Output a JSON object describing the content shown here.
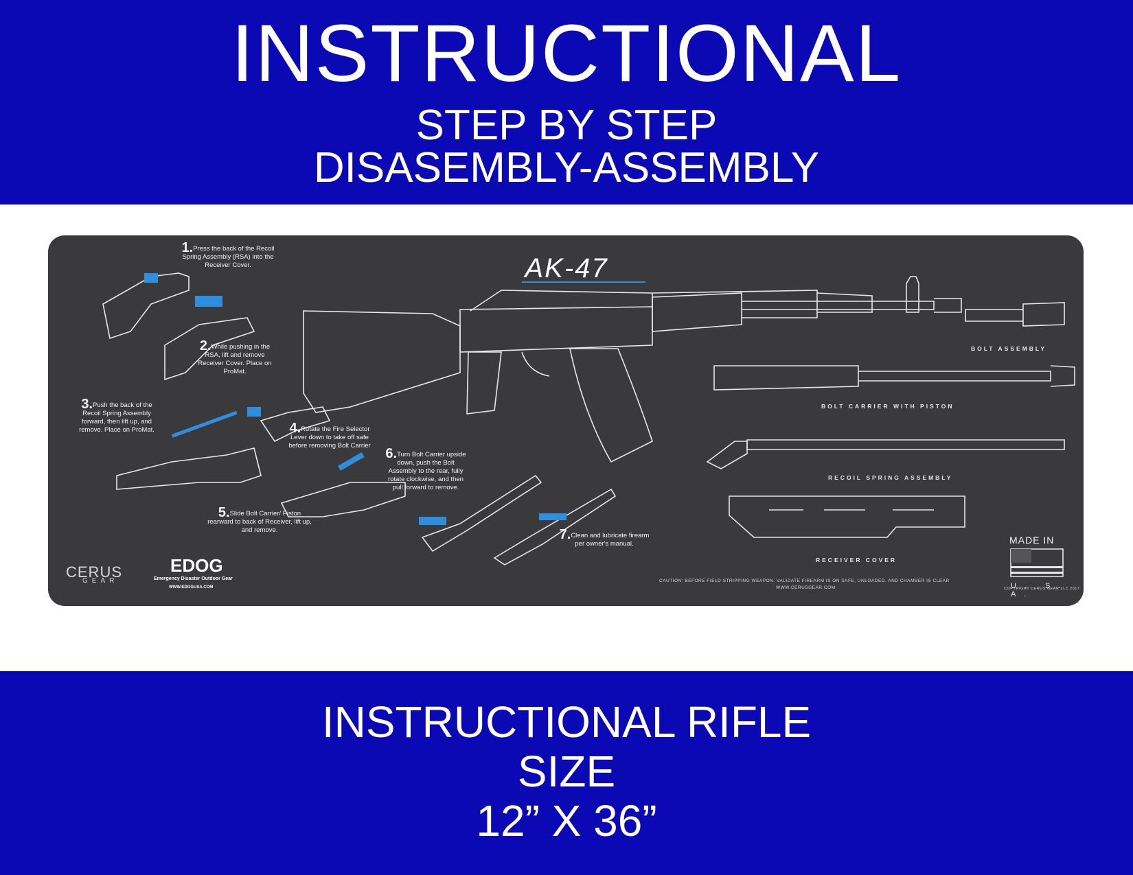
{
  "header": {
    "title": "INSTRUCTIONAL",
    "subtitle_line1": "STEP BY STEP",
    "subtitle_line2": "DISASEMBLY-ASSEMBLY"
  },
  "mat": {
    "title": "AK-47",
    "steps": [
      {
        "num": "1.",
        "text": "Press the back of the Recoil Spring Assembly (RSA) into the Receiver Cover."
      },
      {
        "num": "2.",
        "text": "While pushing in the RSA, lift and remove Receiver Cover. Place on ProMat."
      },
      {
        "num": "3.",
        "text": "Push the back of the Recoil Spring Assembly forward, then lift up, and remove. Place on ProMat."
      },
      {
        "num": "4.",
        "text": "Rotate the Fire Selector Lever down to take off safe before removing Bolt Carrier"
      },
      {
        "num": "5.",
        "text": "Slide Bolt Carrier/ Piston rearward to back of Receiver, lift up, and remove."
      },
      {
        "num": "6.",
        "text": "Turn Bolt Carrier upside down, push the Bolt Assembly to the rear, fully rotate clockwise, and then pull forward to remove."
      },
      {
        "num": "7.",
        "text": "Clean and lubricate firearm per owner's manual."
      }
    ],
    "part_labels": {
      "bolt_assembly": "BOLT ASSEMBLY",
      "bolt_carrier": "BOLT CARRIER WITH PISTON",
      "recoil_spring": "RECOIL SPRING ASSEMBLY",
      "receiver_cover": "RECEIVER COVER"
    },
    "caution": "CAUTION: BEFORE FIELD STRIPPING WEAPON, VALIDATE FIREARM IS ON SAFE, UNLOADED, AND CHAMBER IS CLEAR",
    "website": "WWW.CERUSGEAR.COM",
    "copyright": "COPYRIGHT CERUS GEAR LLC 2017",
    "made_in": "MADE IN",
    "usa": "U. S. A.",
    "brand1_name": "CERUS",
    "brand1_sub": "GEAR",
    "brand2_name": "EDOG",
    "brand2_tagline": "Emergency Disaster Outdoor Gear",
    "brand2_url": "WWW.EDOGUSA.COM",
    "accent_color": "#2e8fe0"
  },
  "footer": {
    "line1": "INSTRUCTIONAL RIFLE",
    "line2": "SIZE",
    "line3": "12” X 36”"
  },
  "colors": {
    "banner": "#0a09b3",
    "mat": "#3a3a3c",
    "line_art": "#e8e8e8"
  }
}
